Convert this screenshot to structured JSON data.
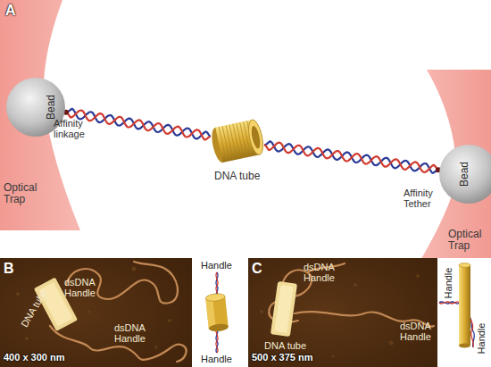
{
  "diagram": {
    "nodes": [
      {
        "text": [
          "Optical Trap"
        ]
      },
      {
        "text": [
          "Bead"
        ]
      },
      {
        "text": [
          "DNA tube"
        ]
      },
      {
        "text": [
          "Bead"
        ]
      },
      {
        "text": [
          "Optical Trap"
        ]
      },
      {
        "text": [
          "B",
          "dsDNA Handle",
          "DNA tube",
          "dsDNA Handle",
          "400 x 300 nm"
        ]
      },
      {
        "text": [
          "Handle",
          "Handle"
        ],
        "in": 5
      },
      {
        "text": [
          "C",
          "dsDNA Handle",
          "DNA tube",
          "dsDNA Handle",
          "500 x 375 nm"
        ]
      },
      {
        "text": [
          "Handle",
          "Handle"
        ],
        "in": 7
      }
    ],
    "edges": [
      {
        "from": 1,
        "to": 2,
        "arrow": "none"
      },
      {
        "from": 2,
        "to": 3,
        "arrow": "none"
      }
    ],
    "labels": [
      "A",
      "Affinity linkage",
      "Affinity Tether"
    ]
  }
}
